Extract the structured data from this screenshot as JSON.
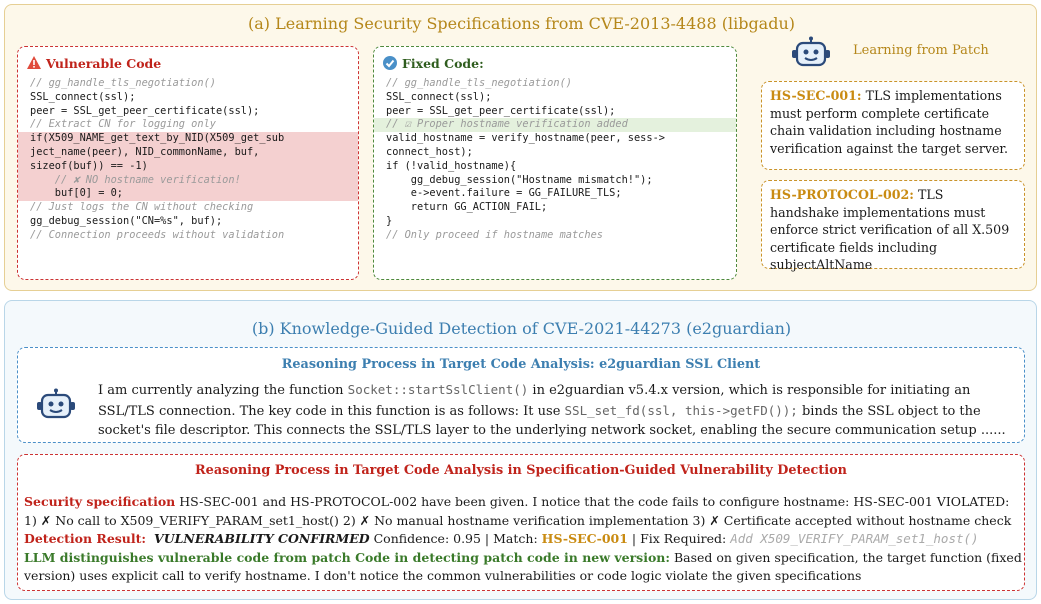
{
  "panel_a": {
    "title": "(a) Learning Security Specifications from CVE-2013-4488 (libgadu)",
    "vulnerable": {
      "label": "Vulnerable Code",
      "lines": [
        {
          "text": "// gg_handle_tls_negotiation()",
          "kind": "comment"
        },
        {
          "text": "SSL_connect(ssl);",
          "kind": "code"
        },
        {
          "text": "peer = SSL_get_peer_certificate(ssl);",
          "kind": "code"
        },
        {
          "text": "// Extract CN for logging only",
          "kind": "comment"
        },
        {
          "text": "if(X509_NAME_get_text_by_NID(X509_get_sub",
          "kind": "highlight"
        },
        {
          "text": "ject_name(peer), NID_commonName, buf,",
          "kind": "highlight"
        },
        {
          "text": "sizeof(buf)) == -1)",
          "kind": "highlight"
        },
        {
          "text": "    // ✘ NO hostname verification!",
          "kind": "highlight-comment"
        },
        {
          "text": "    buf[0] = 0;",
          "kind": "highlight"
        },
        {
          "text": "// Just logs the CN without checking",
          "kind": "comment"
        },
        {
          "text": "gg_debug_session(\"CN=%s\", buf);",
          "kind": "code"
        },
        {
          "text": "// Connection proceeds without validation",
          "kind": "comment"
        }
      ]
    },
    "fixed": {
      "label": "Fixed Code:",
      "lines": [
        {
          "text": "// gg_handle_tls_negotiation()",
          "kind": "comment"
        },
        {
          "text": "SSL_connect(ssl);",
          "kind": "code"
        },
        {
          "text": "peer = SSL_get_peer_certificate(ssl);",
          "kind": "code"
        },
        {
          "text": "// ☑ Proper hostname verification added",
          "kind": "highlight-comment"
        },
        {
          "text": "valid_hostname = verify_hostname(peer, sess->",
          "kind": "code"
        },
        {
          "text": "connect_host);",
          "kind": "code"
        },
        {
          "text": "if (!valid_hostname){",
          "kind": "code"
        },
        {
          "text": "    gg_debug_session(\"Hostname mismatch!\");",
          "kind": "code"
        },
        {
          "text": "    e->event.failure = GG_FAILURE_TLS;",
          "kind": "code"
        },
        {
          "text": "    return GG_ACTION_FAIL;",
          "kind": "code"
        },
        {
          "text": "}",
          "kind": "code"
        },
        {
          "text": "// Only proceed if hostname matches",
          "kind": "comment"
        }
      ]
    },
    "learning_label": "Learning from Patch",
    "specs": [
      {
        "id": "HS-SEC-001:",
        "text": " TLS implementations must perform complete certificate chain validation including hostname verification against the target server."
      },
      {
        "id": "HS-PROTOCOL-002:",
        "text": " TLS handshake implementations must enforce strict verification of all X.509 certificate fields including subjectAltName"
      }
    ]
  },
  "panel_b": {
    "title": "(b) Knowledge-Guided Detection of CVE-2021-44273 (e2guardian)",
    "reasoning1": {
      "title": "Reasoning Process in Target Code Analysis: e2guardian SSL Client",
      "t1": "I am currently analyzing the function ",
      "c1": "Socket::startSslClient()",
      "t2": " in e2guardian v5.4.x version, which is responsible for initiating an SSL/TLS connection. The key code in this function is as follows: It use ",
      "c2": "SSL_set_fd(ssl, this->getFD());",
      "t3": "  binds the SSL object to the socket's file descriptor. This connects the SSL/TLS layer to the underlying network socket, enabling the secure communication setup ......"
    },
    "reasoning2": {
      "title": "Reasoning Process in Target Code Analysis in Specification-Guided Vulnerability Detection",
      "spec_label": "Security specification",
      "spec_text": " HS-SEC-001 and HS-PROTOCOL-002 have been given. I notice that the code fails to configure hostname: HS-SEC-001 VIOLATED: 1) ✗ No call to X509_VERIFY_PARAM_set1_host()  2) ✗  No manual hostname verification implementation 3) ✗  Certificate accepted without hostname check",
      "result_label": "Detection Result:",
      "result_value": "VULNERABILITY CONFIRMED",
      "result_text": "  Confidence: 0.95 | Match: ",
      "match_id": "HS-SEC-001",
      "fix_text": " | Fix Required: ",
      "fix_code": "Add X509_VERIFY_PARAM_set1_host()",
      "llm_label": "LLM distinguishes vulnerable code from patch Code in detecting patch code in new version:",
      "llm_text": " Based on given specification, the target function (fixed version) uses explicit call to verify hostname. I don't notice the common vulnerabilities or code logic violate the given specifications"
    }
  },
  "colors": {
    "gold": "#c98b12",
    "red": "#c0231b",
    "green": "#3a7a2a",
    "blue": "#3d7fb0"
  }
}
